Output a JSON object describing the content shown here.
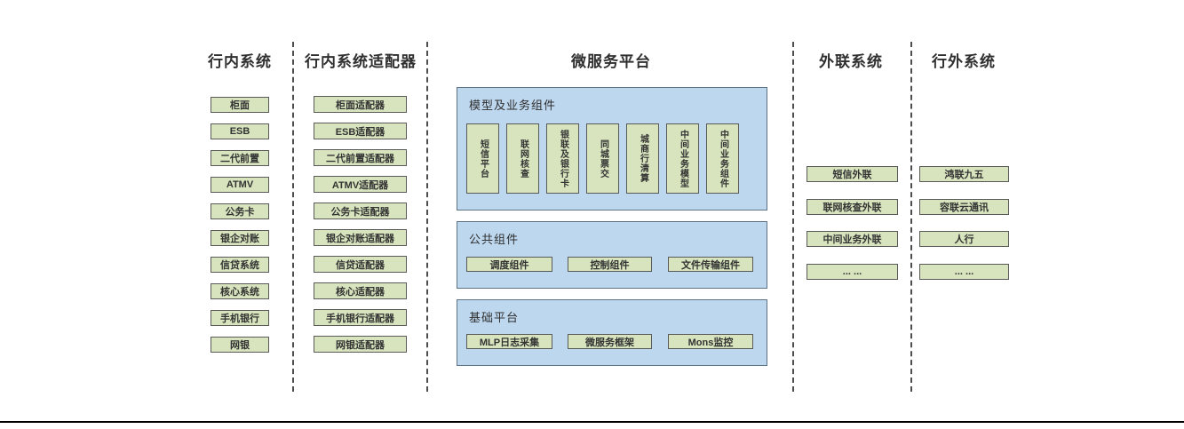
{
  "columns": {
    "internal": {
      "title": "行内系统",
      "items": [
        "柜面",
        "ESB",
        "二代前置",
        "ATMV",
        "公务卡",
        "银企对账",
        "信贷系统",
        "核心系统",
        "手机银行",
        "网银"
      ]
    },
    "adapters": {
      "title": "行内系统适配器",
      "items": [
        "柜面适配器",
        "ESB适配器",
        "二代前置适配器",
        "ATMV适配器",
        "公务卡适配器",
        "银企对账适配器",
        "信贷适配器",
        "核心适配器",
        "手机银行适配器",
        "网银适配器"
      ]
    },
    "platform": {
      "title": "微服务平台"
    },
    "outbound": {
      "title": "外联系统",
      "items": [
        "短信外联",
        "联网核查外联",
        "中间业务外联",
        "... ..."
      ]
    },
    "external": {
      "title": "行外系统",
      "items": [
        "鸿联九五",
        "容联云通讯",
        "人行",
        "... ..."
      ]
    }
  },
  "platform": {
    "model_group": {
      "label": "模型及业务组件",
      "items": [
        "短信平台",
        "联网核查",
        "银联及银行卡",
        "同城票交",
        "城商行清算",
        "中间业务模型",
        "中间业务组件"
      ]
    },
    "common_group": {
      "label": "公共组件",
      "items": [
        "调度组件",
        "控制组件",
        "文件传输组件"
      ]
    },
    "base_group": {
      "label": "基础平台",
      "items": [
        "MLP日志采集",
        "微服务框架",
        "Mons监控"
      ]
    }
  },
  "colors": {
    "box_fill": "#d7e4bd",
    "box_border": "#595959",
    "panel_fill": "#bdd7ee",
    "panel_border": "#5d7282",
    "text": "#2f2f2f"
  }
}
